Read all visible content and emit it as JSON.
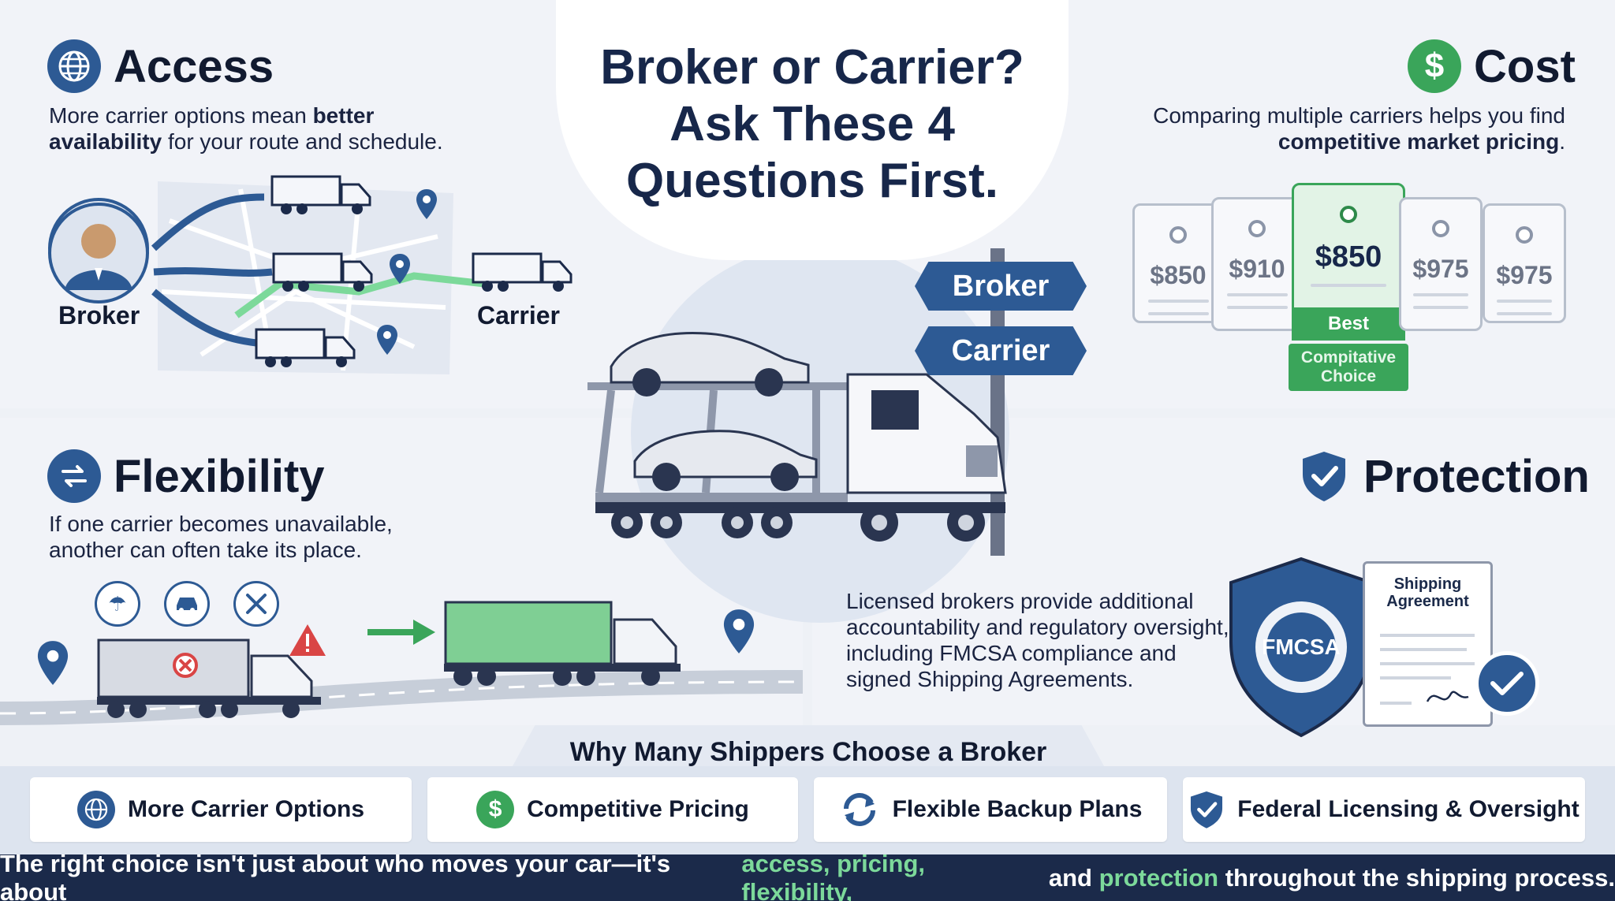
{
  "title": "Broker or Carrier? Ask These 4 Questions First.",
  "access": {
    "heading": "Access",
    "text_pre": "More carrier options mean ",
    "text_bold": "better availability",
    "text_post": " for your route and schedule.",
    "broker_label": "Broker",
    "carrier_label": "Carrier",
    "icon": "globe-icon"
  },
  "cost": {
    "heading": "Cost",
    "text_pre": "Comparing multiple carriers helps you find ",
    "text_bold": "competitive market pricing",
    "text_post": ".",
    "icon": "dollar-icon",
    "tags": [
      {
        "price": "$850"
      },
      {
        "price": "$910"
      },
      {
        "price": "$850"
      },
      {
        "price": "$975"
      },
      {
        "price": "$975"
      }
    ],
    "best_label": "Best",
    "best_caption": "Compitative Choice"
  },
  "center": {
    "sign_broker": "Broker",
    "sign_carrier": "Carrier"
  },
  "flexibility": {
    "heading": "Flexibility",
    "text": "If one carrier becomes unavailable, another can often take its place.",
    "icon": "swap-arrows-icon"
  },
  "protection": {
    "heading": "Protection",
    "text": "Licensed brokers provide additional accountability and regulatory oversight, including FMCSA compliance and signed Shipping Agreements.",
    "icon": "shield-check-icon",
    "seal_label": "FMCSA",
    "document_title": "Shipping Agreement"
  },
  "why": {
    "title": "Why Many Shippers Choose a Broker",
    "cards": [
      {
        "label": "More Carrier Options",
        "icon": "globe-icon"
      },
      {
        "label": "Competitive Pricing",
        "icon": "dollar-icon"
      },
      {
        "label": "Flexible Backup Plans",
        "icon": "refresh-icon"
      },
      {
        "label": "Federal Licensing & Oversight",
        "icon": "shield-check-icon"
      }
    ]
  },
  "footer": {
    "p1": "The right choice isn't just about who moves your car—it's about ",
    "h1": "access, pricing, flexibility,",
    "p2": " and ",
    "h2": "protection",
    "p3": " throughout the shipping process."
  },
  "colors": {
    "navy": "#1b2a4a",
    "accent_blue": "#2d5a94",
    "green": "#3aa55a",
    "highlight_green": "#7cd99a"
  }
}
